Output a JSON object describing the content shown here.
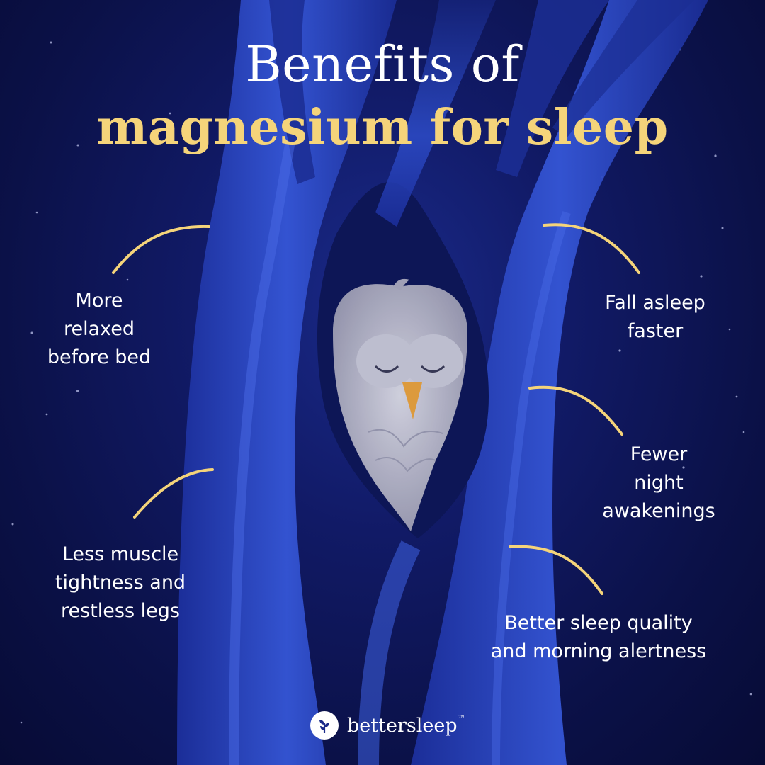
{
  "title": {
    "line1": "Benefits of",
    "line2": "magnesium for sleep"
  },
  "benefits": [
    {
      "lines": [
        "More",
        "relaxed",
        "before bed"
      ]
    },
    {
      "lines": [
        "Fall asleep",
        "faster"
      ]
    },
    {
      "lines": [
        "Fewer",
        "night",
        "awakenings"
      ]
    },
    {
      "lines": [
        "Less muscle",
        "tightness and",
        "restless legs"
      ]
    },
    {
      "lines": [
        "Better sleep quality",
        "and morning alertness"
      ]
    }
  ],
  "brand": {
    "name": "bettersleep",
    "tm": "™",
    "icon": "leaf-sprout-icon"
  },
  "colors": {
    "background": "#0b1148",
    "accent": "#f5d47a",
    "tree": "#2a45c8",
    "owl": "#c9c9d6",
    "beak": "#e8a23c"
  },
  "illustration": {
    "subject": "sleeping-owl-in-tree-hollow"
  }
}
